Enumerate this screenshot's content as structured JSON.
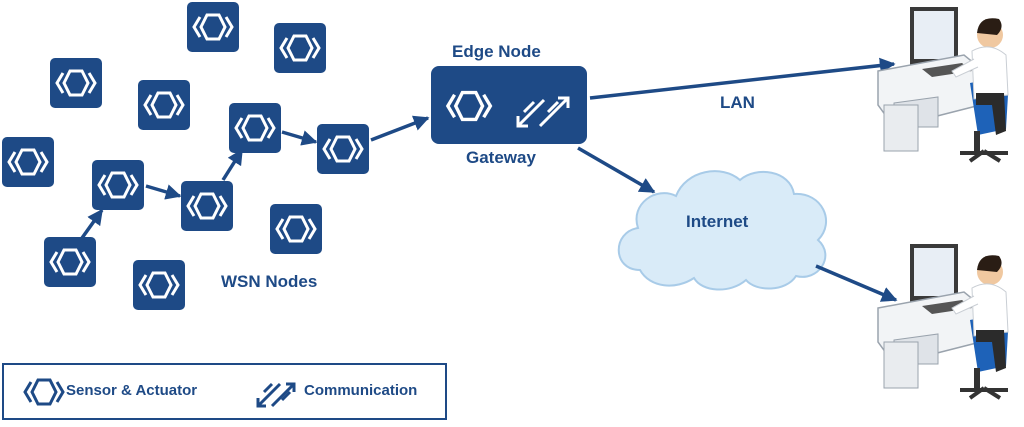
{
  "labels": {
    "edge_node": "Edge Node",
    "gateway": "Gateway",
    "lan": "LAN",
    "internet": "Internet",
    "wsn_nodes": "WSN Nodes"
  },
  "legend": {
    "sensor_actuator": "Sensor & Actuator",
    "communication": "Communication"
  },
  "colors": {
    "primary": "#1e4a86",
    "cloud_fill": "#d9ebf8",
    "cloud_stroke": "#a8cbe8"
  }
}
